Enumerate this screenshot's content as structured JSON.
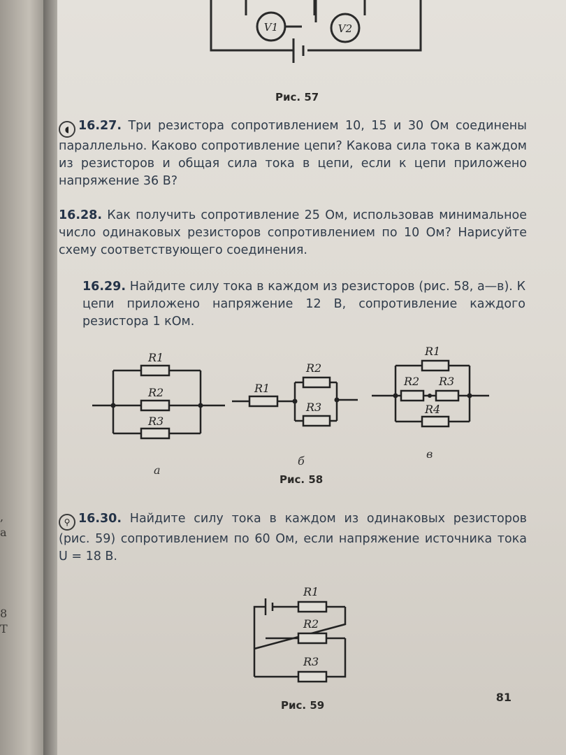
{
  "left_fragments": [
    ",",
    "а",
    "8",
    "Т"
  ],
  "fig57": {
    "caption": "Рис. 57",
    "meter1": "V1",
    "meter2": "V2"
  },
  "problems": [
    {
      "num": "16.27.",
      "icon": "headset-icon",
      "text": "Три резистора сопротивлением 10, 15 и 30 Ом соединены параллельно. Каково сопротивление цепи? Какова сила тока в каждом из резисторов и общая сила тока в цепи, если к цепи приложено напряжение 36 В?"
    },
    {
      "num": "16.28.",
      "text": "Как получить сопротивление 25 Ом, использовав минимальное число одинаковых резисторов сопротивлением по 10 Ом? Нарисуйте схему соответствующего соединения."
    },
    {
      "num": "16.29.",
      "text": "Найдите силу тока в каждом из резисторов (рис. 58, а—в). К цепи приложено напряжение 12 В, сопротивление каждого резистора 1 кОм."
    },
    {
      "num": "16.30.",
      "icon": "magnifier-icon",
      "text": "Найдите силу тока в каждом из одинаковых резисторов (рис. 59) сопротивлением по 60 Ом, если напряжение источника тока U = 18 В."
    }
  ],
  "fig58": {
    "caption": "Рис. 58",
    "a": {
      "label": "а",
      "resistors": [
        "R1",
        "R2",
        "R3"
      ]
    },
    "b": {
      "label": "б",
      "resistors": [
        "R1",
        "R2",
        "R3"
      ]
    },
    "c": {
      "label": "в",
      "resistors": [
        "R1",
        "R2",
        "R3",
        "R4"
      ]
    }
  },
  "fig59": {
    "caption": "Рис. 59",
    "resistors": [
      "R1",
      "R2",
      "R3"
    ]
  },
  "page_number": "81"
}
